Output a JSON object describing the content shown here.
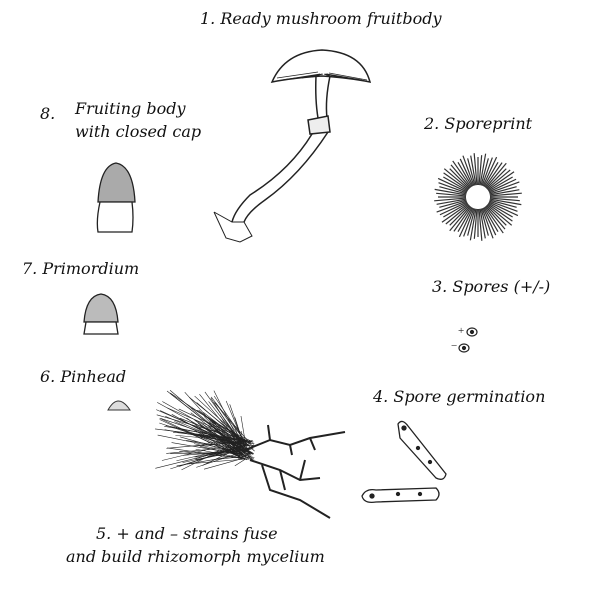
{
  "stages": {
    "s1": "1. Ready mushroom fruitbody",
    "s2": "2. Sporeprint",
    "s3": "3. Spores (+/-)",
    "s4": "4. Spore germination",
    "s5_line1": "5.  + and – strains fuse",
    "s5_line2": "and build rhizomorph mycelium",
    "s6": "6. Pinhead",
    "s7": "7. Primordium",
    "s8_num": "8.",
    "s8_line1": "Fruiting body",
    "s8_line2": "with closed cap"
  },
  "spore_marks": {
    "plus": "+",
    "minus": "−"
  }
}
